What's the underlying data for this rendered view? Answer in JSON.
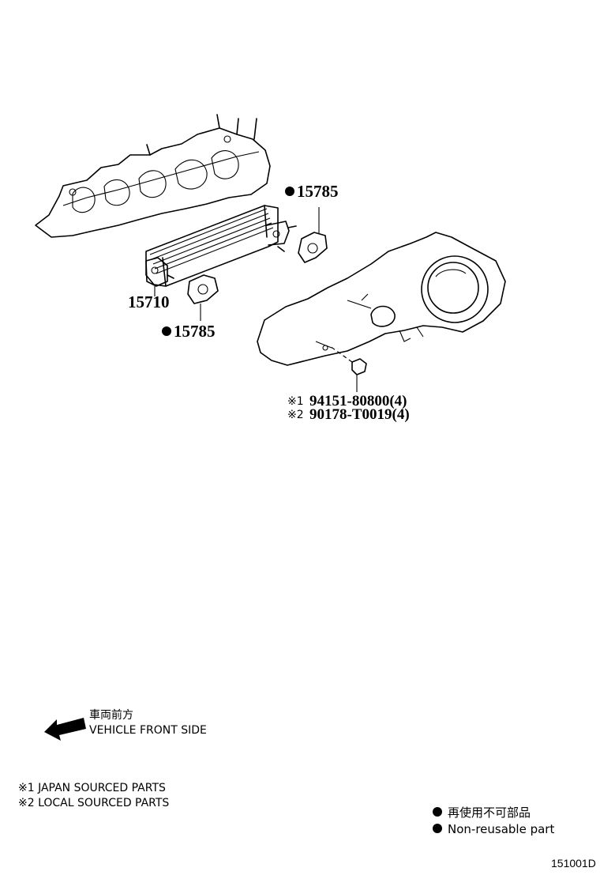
{
  "callouts": {
    "gasket_top": "15785",
    "oil_cooler": "15710",
    "gasket_bottom": "15785",
    "bolt_1": "94151-80800(4)",
    "bolt_2": "90178-T0019(4)",
    "mark_1": "※1",
    "mark_2": "※2"
  },
  "direction": {
    "label_jp": "車両前方",
    "label_en": "VEHICLE FRONT SIDE"
  },
  "notes": {
    "japan": "※1 JAPAN SOURCED PARTS",
    "local": "※2 LOCAL SOURCED PARTS"
  },
  "legend": {
    "non_reusable_jp": "再使用不可部品",
    "non_reusable_en": "Non-reusable part"
  },
  "figure_code": "151001D",
  "colors": {
    "ink": "#000000",
    "paper": "#ffffff"
  }
}
